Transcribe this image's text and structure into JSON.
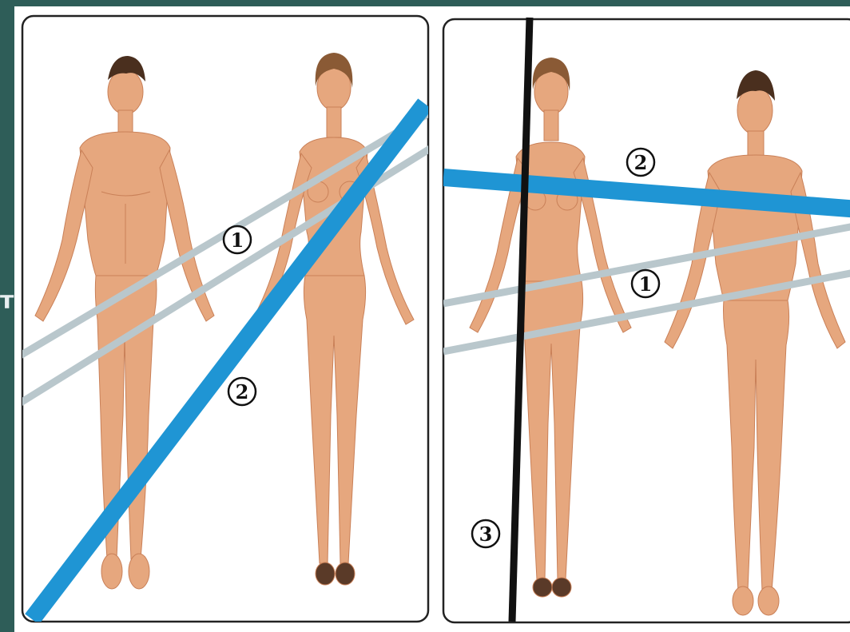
{
  "slide": {
    "background": "#2e5d58",
    "clipped_text": "т"
  },
  "left_panel": {
    "figures": [
      "man",
      "woman"
    ],
    "lines": [
      {
        "label": "1",
        "color": "#b9c7cc"
      },
      {
        "label": "2",
        "color": "#1f95d4"
      }
    ]
  },
  "right_panel": {
    "figures": [
      "woman",
      "man"
    ],
    "lines": [
      {
        "label": "1",
        "color": "#b9c7cc"
      },
      {
        "label": "2",
        "color": "#1f95d4"
      },
      {
        "label": "3",
        "color": "#111111"
      }
    ]
  },
  "colors": {
    "skin": "#e6a77e",
    "skin_shadow": "#c98058",
    "hair_man": "#4a2f1e",
    "hair_woman": "#8a5a35",
    "gray_line": "#b9c7cc",
    "blue_line": "#1f95d4",
    "black_line": "#111111"
  }
}
